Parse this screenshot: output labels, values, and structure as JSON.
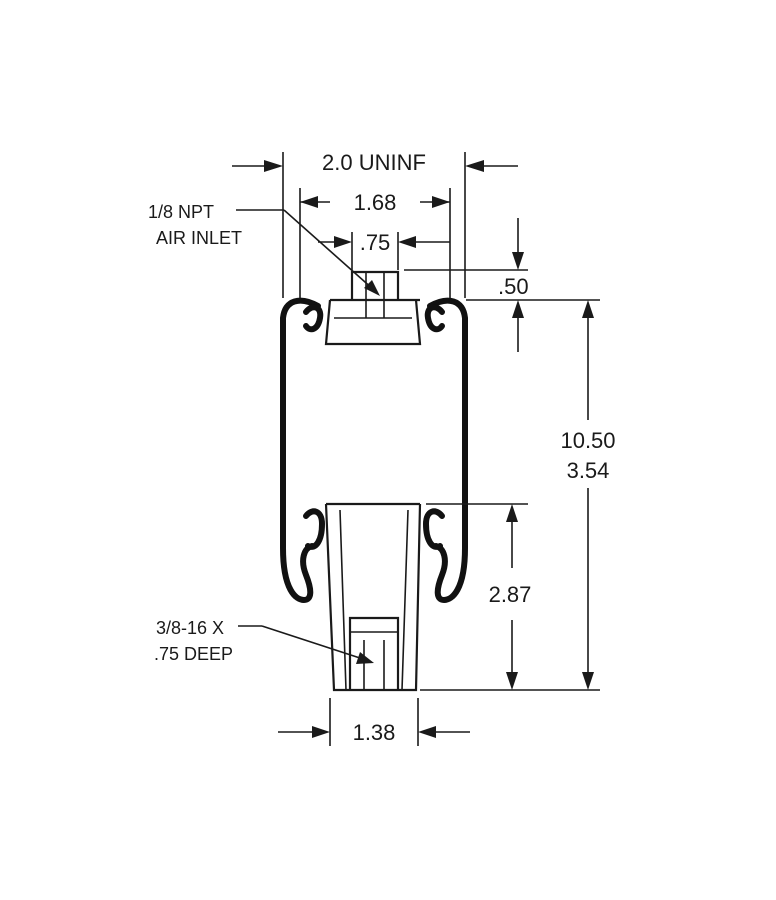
{
  "dimensions": {
    "overall_width": "2.0 UNINF",
    "top_plate_width": "1.68",
    "inlet_width": ".75",
    "top_offset": ".50",
    "height_max": "10.50",
    "height_min": "3.54",
    "piston_height": "2.87",
    "piston_base_width": "1.38"
  },
  "callouts": {
    "air_inlet_line1": "1/8 NPT",
    "air_inlet_line2": "AIR INLET",
    "mount_line1": "3/8-16 X",
    "mount_line2": ".75 DEEP"
  }
}
